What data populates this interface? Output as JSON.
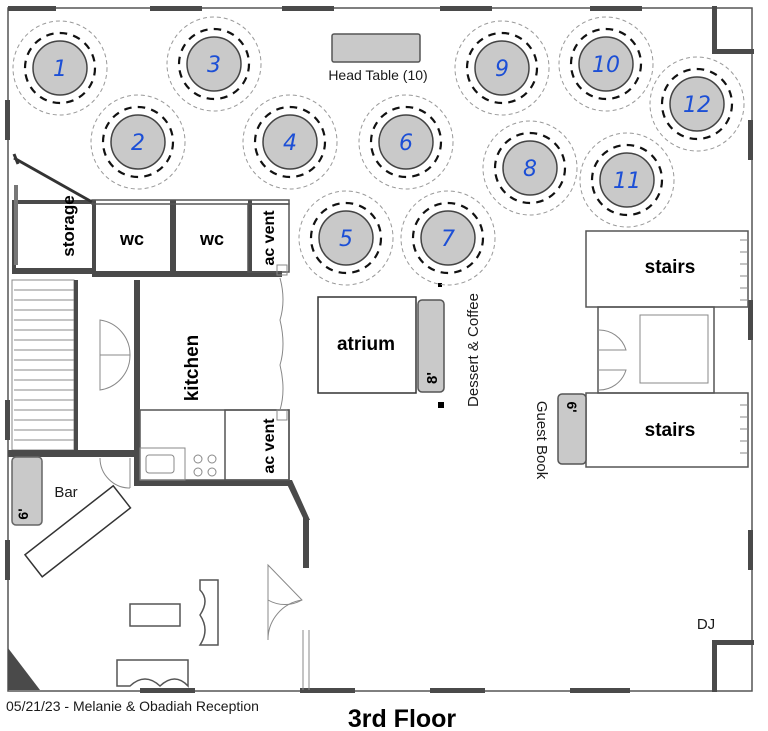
{
  "floor_title": "3rd Floor",
  "event_caption": "05/21/23 - Melanie & Obadiah Reception",
  "head_table_label": "Head Table (10)",
  "tables": [
    "1",
    "2",
    "3",
    "4",
    "5",
    "6",
    "7",
    "8",
    "9",
    "10",
    "11",
    "12"
  ],
  "rooms": {
    "storage": "storage",
    "wc_1": "wc",
    "wc_2": "wc",
    "ac_vent_top": "ac vent",
    "ac_vent_bottom": "ac vent",
    "kitchen": "kitchen",
    "atrium": "atrium",
    "stairs_top": "stairs",
    "stairs_bottom": "stairs"
  },
  "stations": {
    "bar": "Bar",
    "dessert": "Dessert & Coffee",
    "guest_book": "Guest Book",
    "dj": "DJ"
  },
  "table_lengths": {
    "bar": "6'",
    "dessert": "8'",
    "guest_book": "6'"
  },
  "colors": {
    "table_fill": "#c9c9c9",
    "wall": "#4a4a4a",
    "handwriting": "#1c4fd6"
  }
}
